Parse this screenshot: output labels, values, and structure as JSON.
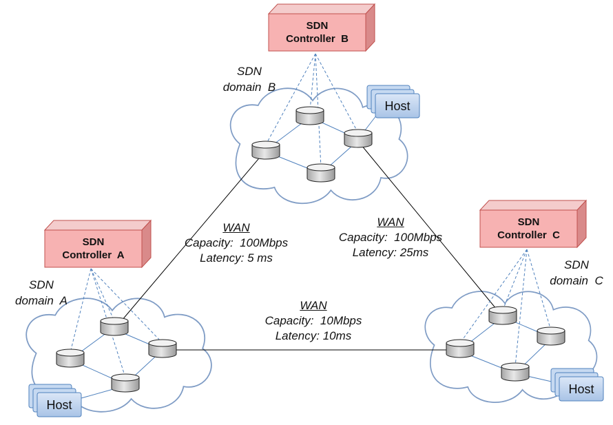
{
  "controllers": {
    "a": {
      "line1": "SDN",
      "line2": "Controller  A"
    },
    "b": {
      "line1": "SDN",
      "line2": "Controller  B"
    },
    "c": {
      "line1": "SDN",
      "line2": "Controller  C"
    }
  },
  "domains": {
    "a": {
      "line1": "SDN",
      "line2": "domain  A"
    },
    "b": {
      "line1": "SDN",
      "line2": "domain  B"
    },
    "c": {
      "line1": "SDN",
      "line2": "domain  C"
    }
  },
  "wan_links": {
    "ab": {
      "title": "WAN",
      "capacity": "Capacity:  100Mbps",
      "latency": "Latency: 5 ms"
    },
    "bc": {
      "title": "WAN",
      "capacity": "Capacity:  100Mbps",
      "latency": "Latency: 25ms"
    },
    "ac": {
      "title": "WAN",
      "capacity": "Capacity:  10Mbps",
      "latency": "Latency: 10ms"
    }
  },
  "hosts": {
    "a": "Host",
    "b": "Host",
    "c": "Host"
  },
  "colors": {
    "controller_fill": "#f7b2b2",
    "controller_border": "#c0504d",
    "host_fill": "#c6d9f1",
    "host_border": "#4f81bd",
    "cloud_border": "#7f9cc5",
    "dashed_line": "#4f81bd",
    "wan_line": "#000000"
  },
  "icons": {
    "switch": "switch-cylinder-icon",
    "cloud": "cloud-shape",
    "controller": "controller-box-icon",
    "host": "host-stack-icon"
  }
}
